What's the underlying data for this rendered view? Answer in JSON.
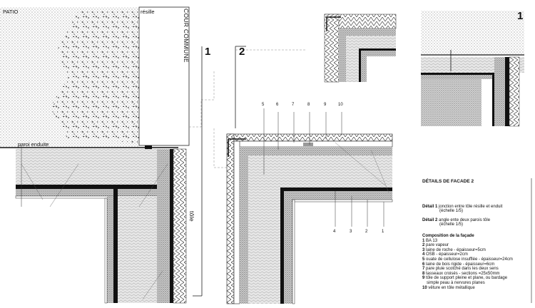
{
  "drawing": {
    "patio": "PATIO",
    "resille": "résille",
    "cour_commune": "COUR COMMUNE",
    "paroi_enduite": "paroi enduite",
    "tole": "tôle",
    "detail_1_marker": "1",
    "detail_2_marker": "2",
    "inset_marker": "1",
    "top_callouts": [
      "5",
      "6",
      "7",
      "8",
      "9",
      "10"
    ],
    "bottom_callouts": [
      "4",
      "3",
      "2",
      "1"
    ]
  },
  "legend": {
    "title": "DÉTAILS DE FACADE 2",
    "details": [
      {
        "num": "Détail 1",
        "text": "jonction entre tôle résille et enduit",
        "scale": "(échelle 1/5)"
      },
      {
        "num": "Détail 2",
        "text": "angle ente deux parois tôle",
        "scale": "(échelle 1/5)"
      }
    ],
    "composition_title": "Composition de la façade",
    "items": [
      {
        "n": "1",
        "t": "BA 13"
      },
      {
        "n": "2",
        "t": "pare vapeur"
      },
      {
        "n": "3",
        "t": "laine de roche - épaisseur=5cm"
      },
      {
        "n": "4",
        "t": "OSB - épaisseur=2cm"
      },
      {
        "n": "5",
        "t": "ouate de cellulose insufflée - épaisseur=24cm"
      },
      {
        "n": "6",
        "t": "laine de bois rigide - épaisseur=6cm"
      },
      {
        "n": "7",
        "t": "pare pluie scotché dans les deux sens"
      },
      {
        "n": "8",
        "t": "tasseaux croisés - sections =25x50mm"
      },
      {
        "n": "9",
        "t": "tôle de support pleine et plane, ou bardage"
      },
      {
        "n": "",
        "t": "simple peau à nervures planes"
      },
      {
        "n": "10",
        "t": "vêture en tôle métallique"
      }
    ]
  }
}
